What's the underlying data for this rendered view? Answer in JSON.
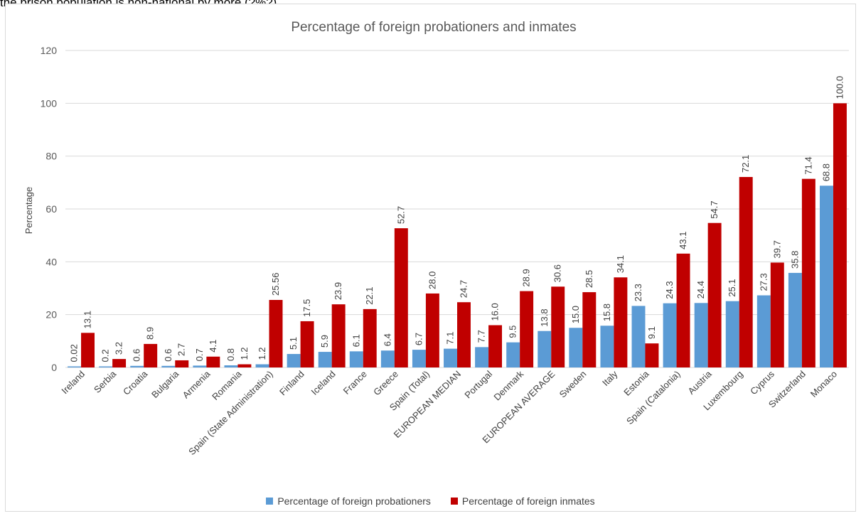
{
  "caption_fragment": "the prison population is non-national by more (?%?)",
  "chart_data": {
    "type": "bar",
    "title": "Percentage of foreign probationers and inmates",
    "xlabel": "",
    "ylabel": "Percentage",
    "ylim": [
      0,
      120
    ],
    "yticks": [
      0,
      20,
      40,
      60,
      80,
      100,
      120
    ],
    "grid": true,
    "legend_position": "bottom",
    "categories": [
      "Ireland",
      "Serbia",
      "Croatia",
      "Bulgaria",
      "Armenia",
      "Romania",
      "Spain (State Administration)",
      "Finland",
      "Iceland",
      "France",
      "Greece",
      "Spain (Total)",
      "EUROPEAN MEDIAN",
      "Portugal",
      "Denmark",
      "EUROPEAN AVERAGE",
      "Sweden",
      "Italy",
      "Estonia",
      "Spain (Catalonia)",
      "Austria",
      "Luxembourg",
      "Cyprus",
      "Switzerland",
      "Monaco"
    ],
    "series": [
      {
        "name": "Percentage of foreign probationers",
        "color": "#5b9bd5",
        "values": [
          0.02,
          0.2,
          0.6,
          0.6,
          0.7,
          0.8,
          1.2,
          5.1,
          5.9,
          6.1,
          6.4,
          6.7,
          7.1,
          7.7,
          9.5,
          13.8,
          15.0,
          15.8,
          23.3,
          24.3,
          24.4,
          25.1,
          27.3,
          35.8,
          68.8
        ],
        "labels": [
          "0.02",
          "0.2",
          "0.6",
          "0.6",
          "0.7",
          "0.8",
          "1.2",
          "5.1",
          "5.9",
          "6.1",
          "6.4",
          "6.7",
          "7.1",
          "7.7",
          "9.5",
          "13.8",
          "15.0",
          "15.8",
          "23.3",
          "24.3",
          "24.4",
          "25.1",
          "27.3",
          "35.8",
          "68.8"
        ]
      },
      {
        "name": "Percentage of foreign inmates",
        "color": "#c00000",
        "values": [
          13.1,
          3.2,
          8.9,
          2.7,
          4.1,
          1.2,
          25.56,
          17.5,
          23.9,
          22.1,
          52.7,
          28.0,
          24.7,
          16.0,
          28.9,
          30.6,
          28.5,
          34.1,
          9.1,
          43.1,
          54.7,
          72.1,
          39.7,
          71.4,
          100.0
        ],
        "labels": [
          "13.1",
          "3.2",
          "8.9",
          "2.7",
          "4.1",
          "1.2",
          "25.56",
          "17.5",
          "23.9",
          "22.1",
          "52.7",
          "28.0",
          "24.7",
          "16.0",
          "28.9",
          "30.6",
          "28.5",
          "34.1",
          "9.1",
          "43.1",
          "54.7",
          "72.1",
          "39.7",
          "71.4",
          "100.0"
        ]
      }
    ]
  }
}
